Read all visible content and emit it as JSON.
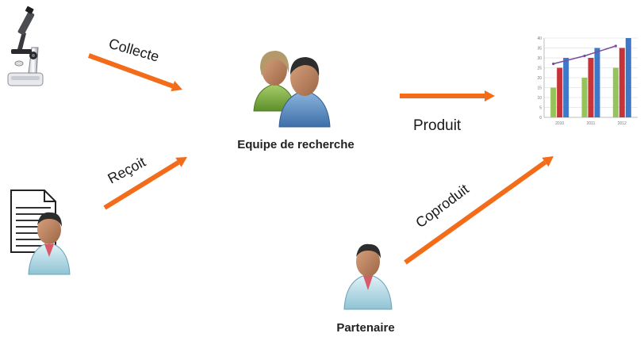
{
  "nodes": {
    "team": {
      "label": "Equipe de recherche",
      "icon": "research-team-icon"
    },
    "partner": {
      "label": "Partenaire",
      "icon": "scientist-icon"
    },
    "microscope": {
      "icon": "microscope-icon"
    },
    "document_person": {
      "icon": "document-scientist-icon"
    },
    "chart": {
      "icon": "bar-chart-icon"
    }
  },
  "edges": {
    "collecte": {
      "label": "Collecte"
    },
    "recoit": {
      "label": "Reçoit"
    },
    "produit": {
      "label": "Produit"
    },
    "coproduit": {
      "label": "Coproduit"
    }
  },
  "chart_data": {
    "type": "bar",
    "categories": [
      "2010",
      "2011",
      "2012"
    ],
    "series": [
      {
        "values": [
          15,
          20,
          25
        ]
      },
      {
        "values": [
          25,
          30,
          35
        ]
      },
      {
        "values": [
          30,
          35,
          40
        ]
      }
    ],
    "line": [
      27,
      31,
      36
    ],
    "y_ticks": [
      "0",
      "5",
      "10",
      "15",
      "20",
      "25",
      "30",
      "35",
      "40"
    ],
    "ylim": [
      0,
      40
    ]
  },
  "colors": {
    "arrow": "#f26c1a",
    "bar_green": "#94c45a",
    "bar_red": "#c8333a",
    "bar_blue": "#3e78c8",
    "line": "#7a4aa3"
  }
}
